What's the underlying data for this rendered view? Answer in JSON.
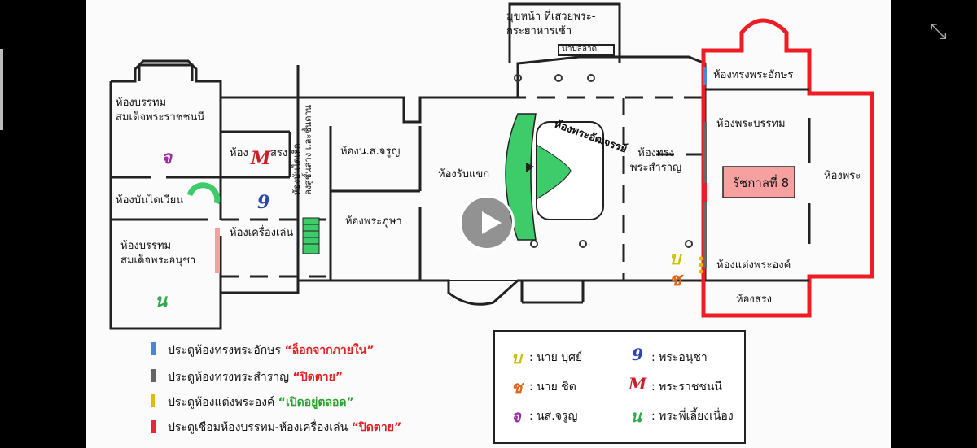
{
  "rooms": {
    "study": "ห้องทรงพระอักษร",
    "royal_bedroom": "ห้องพระบรรทม",
    "royal_bedroom_cut": "ห้องพระ",
    "dressing": "ห้องแต่งพระองค์",
    "restroom_right": "ห้องสรง",
    "bath": "ห้องทรง\nพระสำราญ",
    "reception": "ห้องรับแขก",
    "royal_seat": "ห้องพระอัฒจรรย์",
    "breakfast_porch": "มุขหน้า ที่เสวยพระ-\nกระยาหารเช้า",
    "balcony_sign": "นาบลลาด",
    "chamberlain": "ห้องน.ส.จรูญ",
    "prayer": "ห้องพระภูษา",
    "stair_small": "ห้องบันไดเล็ก\nลงสู่ชั้นล่าง และชั้นดาน",
    "restroom_left_a": "ห้อง",
    "restroom_left_b": "สรง",
    "playroom": "ห้องเครื่องเล่น",
    "spiral": "ห้องบันไดเวียน",
    "queen_mother_bedroom": "ห้องบรรทม\nสมเด็จพระราชชนนี",
    "sister_bedroom": "ห้องบรรทม\nสมเด็จพระอนุชา",
    "reign_box": "รัชกาลที่ 8"
  },
  "room_symbols": {
    "chamberlain_sym": "จ",
    "mother_sym": "M",
    "brother_sym": "9",
    "nanny_sym": "น",
    "but_sym": "บ",
    "chit_sym": "ช"
  },
  "legend_left": [
    {
      "color": "#4a86d6",
      "text": "ประตูห้องทรงพระอักษร ",
      "quote": "“ล็อกจากภายใน”",
      "quote_color": "#e02020"
    },
    {
      "color": "#666666",
      "text": "ประตูห้องทรงพระสำราญ ",
      "quote": "“ปิดตาย”",
      "quote_color": "#e02020"
    },
    {
      "color": "#e6b800",
      "text": "ประตูห้องแต่งพระองค์ ",
      "quote": "“เปิดอยู่ตลอด”",
      "quote_color": "#2aa02a"
    },
    {
      "color": "#e5283a",
      "text": "ประตูเชื่อมห้องบรรทม-ห้องเครื่องเล่น ",
      "quote": "“ปิดตาย”",
      "quote_color": "#e02020"
    }
  ],
  "legend_right": [
    {
      "symbol": "บ",
      "color": "#c8c200",
      "name": ": นาย บุศย์"
    },
    {
      "symbol": "ช",
      "color": "#d8671a",
      "name": ": นาย ชิต"
    },
    {
      "symbol": "จ",
      "color": "#9b2aa0",
      "name": ": นส.จรูญ"
    },
    {
      "symbol": "9",
      "color": "#2a46b0",
      "name": ": พระอนุชา"
    },
    {
      "symbol": "M",
      "color": "#c8202a",
      "name": ": พระราชชนนี"
    },
    {
      "symbol": "น",
      "color": "#2ea84a",
      "name": ": พระพี่เลี้ยงเนื่อง"
    }
  ],
  "colors": {
    "red_outline": "#ee1c24",
    "stairs_green": "#3ecb6a",
    "highlight_box": "#f7a0a0"
  }
}
